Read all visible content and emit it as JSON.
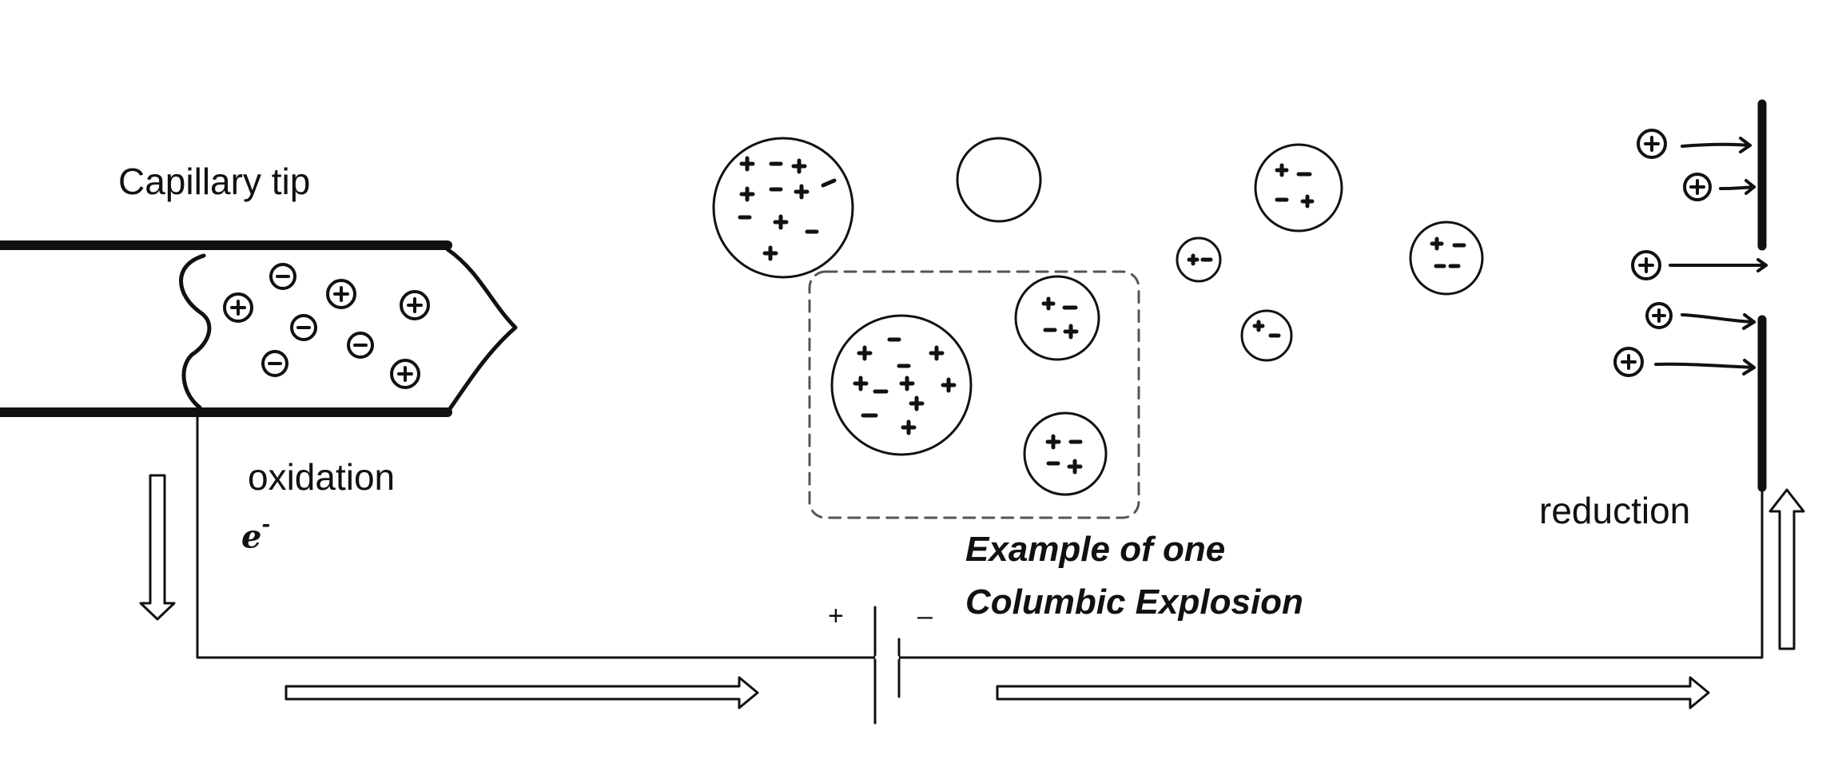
{
  "labels": {
    "capillary_tip": "Capillary tip",
    "oxidation": "oxidation",
    "reduction": "reduction",
    "example_line1": "Example of one",
    "example_line2": "Columbic Explosion",
    "electron": "e",
    "electron_charge": "-",
    "battery_positive": "+",
    "battery_negative": "–"
  },
  "colors": {
    "ink": "#111111",
    "background": "#ffffff",
    "dashed_box": "#555555"
  }
}
